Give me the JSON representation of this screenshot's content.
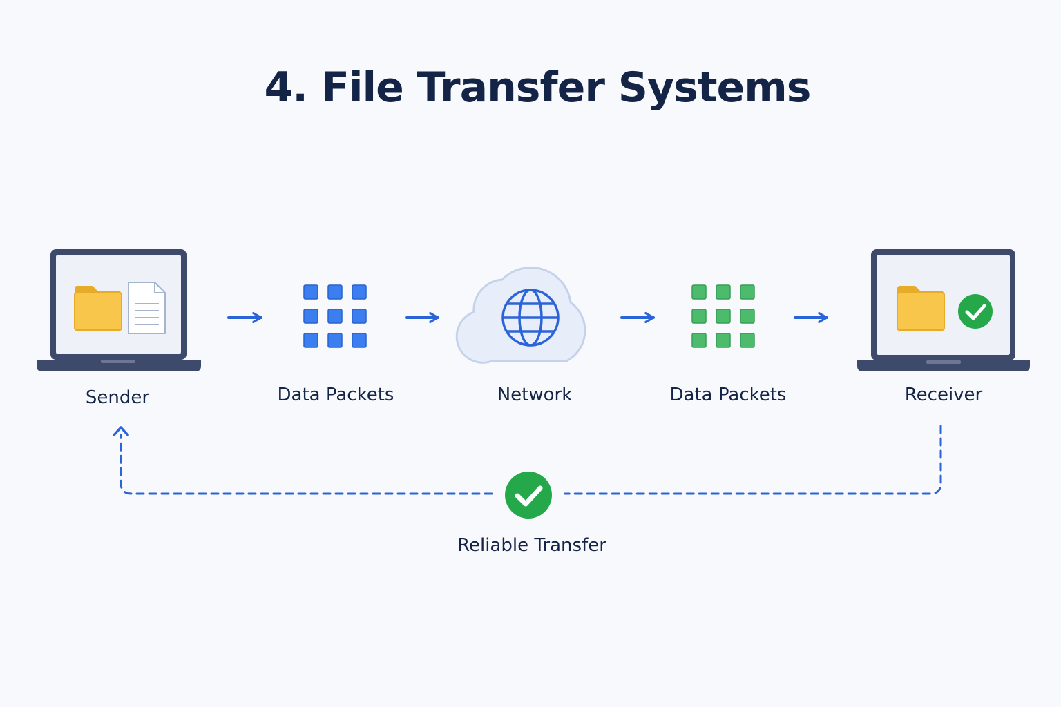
{
  "title": "4. File Transfer Systems",
  "nodes": {
    "sender": {
      "label": "Sender"
    },
    "packets_out": {
      "label": "Data Packets"
    },
    "network": {
      "label": "Network"
    },
    "packets_in": {
      "label": "Data Packets"
    },
    "receiver": {
      "label": "Receiver"
    }
  },
  "feedback": {
    "label": "Reliable Transfer"
  },
  "colors": {
    "title": "#142446",
    "text": "#142446",
    "arrow": "#2b63d9",
    "packet_blue": "#3a7ef0",
    "packet_green": "#4cbb6c",
    "check_green": "#24a84a",
    "folder": "#f7c64a",
    "laptop_frame": "#3e4a6b",
    "cloud_fill": "#e7eef9",
    "background": "#f7f9fc"
  },
  "icons": {
    "sender": [
      "laptop-icon",
      "folder-icon",
      "document-icon"
    ],
    "packets_out": "packet-grid-icon",
    "network": [
      "cloud-icon",
      "globe-icon"
    ],
    "packets_in": "packet-grid-icon",
    "receiver": [
      "laptop-icon",
      "folder-icon",
      "check-circle-icon"
    ],
    "feedback": "check-circle-icon"
  }
}
